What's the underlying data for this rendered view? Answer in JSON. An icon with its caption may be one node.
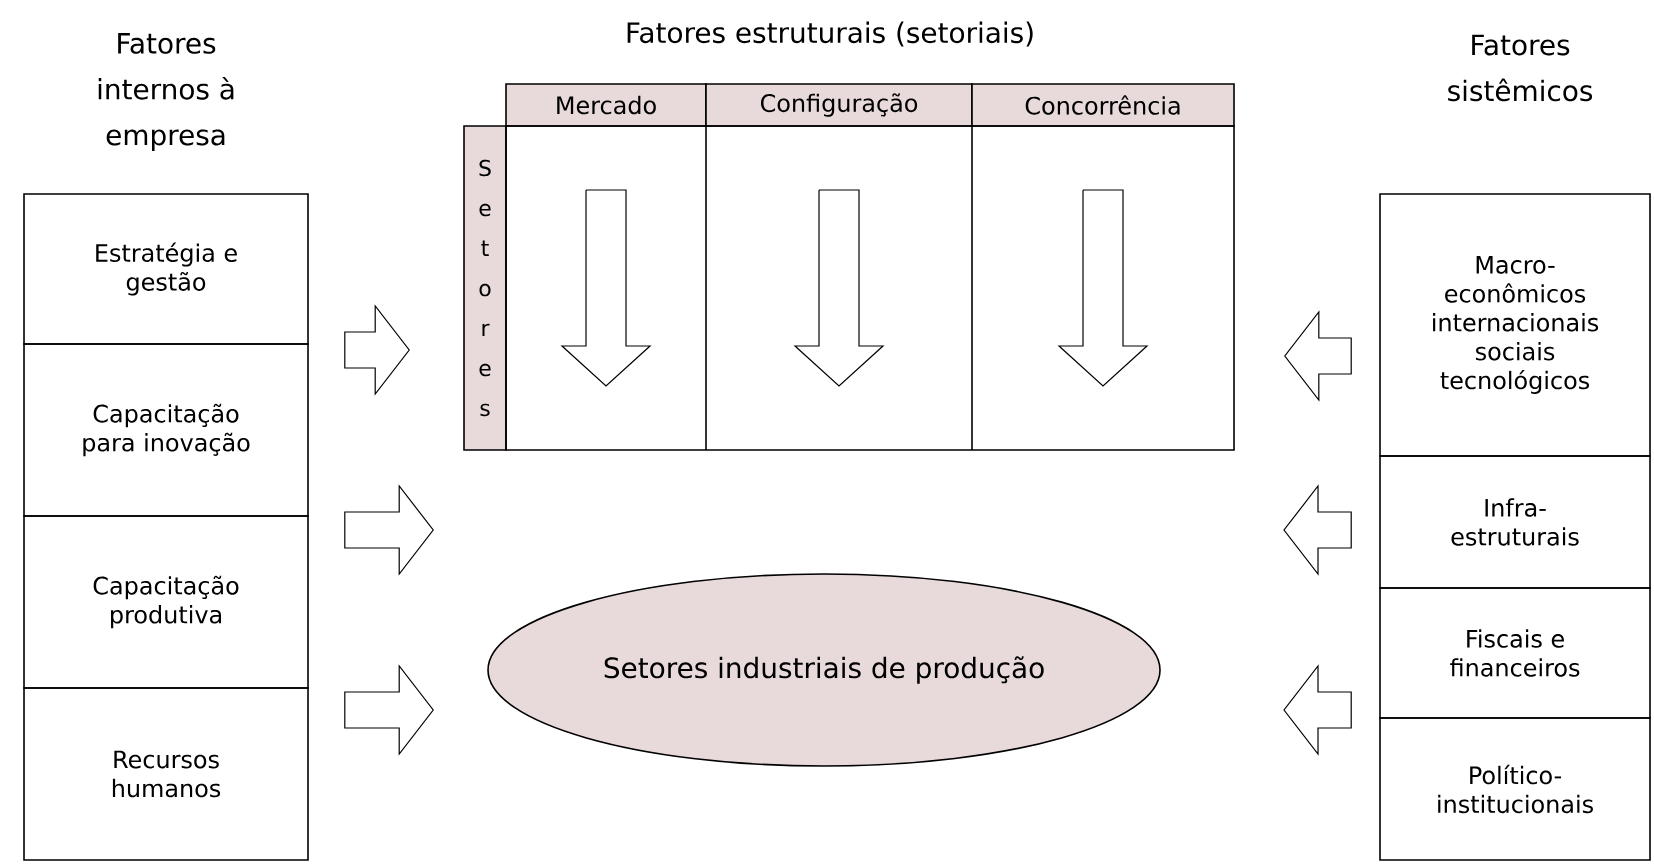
{
  "diagram": {
    "nodes": [
      {
        "text": [
          "Estratégia e gestão"
        ]
      },
      {
        "text": [
          "Capacitação para inovação"
        ]
      },
      {
        "text": [
          "Capacitação produtiva"
        ]
      },
      {
        "text": [
          "Recursos humanos"
        ]
      },
      {
        "text": [
          "Mercado"
        ]
      },
      {
        "text": [
          "Configuração"
        ]
      },
      {
        "text": [
          "Concorrência"
        ]
      },
      {
        "text": [
          "Setores"
        ]
      },
      {
        "text": [
          "Setores industriais de produção"
        ]
      },
      {
        "text": [
          "Macro- econômicos internacionais sociais tecnológicos"
        ]
      },
      {
        "text": [
          "Infra- estruturais"
        ]
      },
      {
        "text": [
          "Fiscais e financeiros"
        ]
      },
      {
        "text": [
          "Político- institucionais"
        ]
      },
      {
        "text": [],
        "shape": "box"
      }
    ],
    "edges": [
      {
        "from": 1,
        "to": 7,
        "arrow": "to"
      },
      {
        "from": 2,
        "to": 8,
        "arrow": "to"
      },
      {
        "from": 3,
        "to": 8,
        "arrow": "to"
      },
      {
        "from": 9,
        "to": 13,
        "arrow": "to"
      },
      {
        "from": 10,
        "to": null,
        "arrow": "to"
      },
      {
        "from": 11,
        "to": null,
        "arrow": "to"
      }
    ],
    "labels": [
      "Fatores internos à empresa",
      "Fatores estruturais (setoriais)",
      "Fatores sistêmicos"
    ]
  }
}
